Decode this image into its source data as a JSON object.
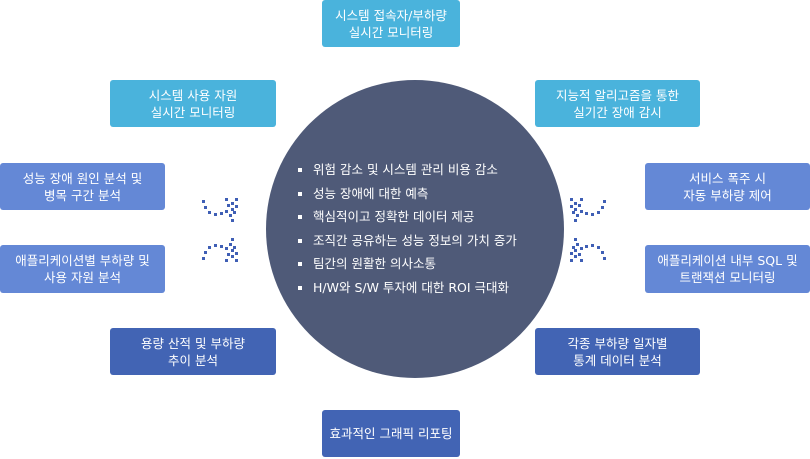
{
  "boxes": {
    "top": "시스템 접속자/부하량\n실시간 모니터링",
    "upper_left": "시스템 사용 자원\n실시간 모니터링",
    "upper_right": "지능적 알리고즘을 통한\n실기간 장애 감시",
    "mid_left_1": "성능 장애 원인 분석 및\n병목 구간 분석",
    "mid_right_1": "서비스 폭주 시\n자동 부하량 제어",
    "mid_left_2": "애플리케이션별 부하량 및\n사용 자원 분석",
    "mid_right_2": "애플리케이션 내부 SQL 및\n트랜잭션 모니터링",
    "lower_left": "용량 산적 및 부하량\n추이 분석",
    "lower_right": "각종 부하량 일자별\n통계 데이터 분석",
    "bottom": "효과적인 그래픽 리포팅"
  },
  "center_items": [
    "위험 감소 및 시스템 관리 비용 감소",
    "성능 장애에 대한 예측",
    "핵심적이고 정확한 데이터 제공",
    "조직간 공유하는 성능 정보의 가치 증가",
    "팀간의 원활한 의사소통",
    "H/W와 S/W 투자에 대한 ROI 극대화"
  ],
  "colors": {
    "light": "#4ab3dc",
    "mid": "#6488d6",
    "dark": "#4264b4",
    "circle": "#4f5a78",
    "arrow": "#3f5fb5"
  }
}
